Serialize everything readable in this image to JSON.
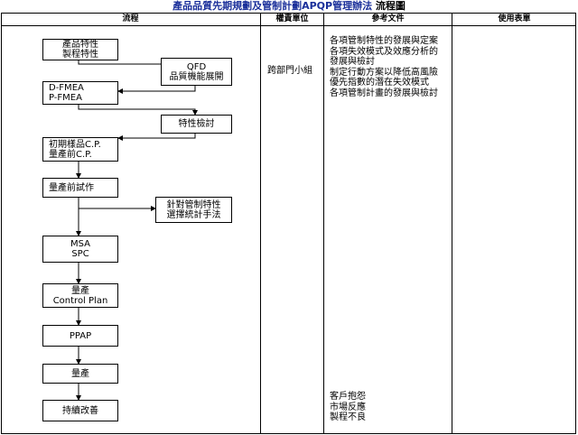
{
  "title": {
    "main": "產品品質先期規劃及管制計劃APQP管理辦法",
    "suffix": "流程圖"
  },
  "headers": {
    "flow": "流程",
    "unit": "權責單位",
    "docs": "參考文件",
    "forms": "使用表單"
  },
  "steps": {
    "s1": [
      "產品特性",
      "製程特性"
    ],
    "s2": [
      "QFD",
      "品質機能展開"
    ],
    "s3": [
      "D-FMEA",
      "P-FMEA"
    ],
    "s4": [
      "特性檢討"
    ],
    "s5": [
      "初期樣品C.P.",
      "量產前C.P."
    ],
    "s6": [
      "量產前試作"
    ],
    "s7": [
      "針對管制特性",
      "選擇統計手法"
    ],
    "s8": [
      "MSA",
      "SPC"
    ],
    "s9": [
      "量產",
      "Control Plan"
    ],
    "s10": [
      "PPAP"
    ],
    "s11": [
      "量產"
    ],
    "s12": [
      "持續改善"
    ]
  },
  "unit": "跨部門小組",
  "docs_top": [
    "各項管制特性的發展與定案",
    "各項失效模式及效應分析的",
    "發展與檢討",
    "制定行動方案以降低高風險",
    "優先指數的潛在失效模式",
    "各項管制計畫的發展與檢討"
  ],
  "docs_bottom": [
    "客戶抱怨",
    "市場反應",
    "製程不良"
  ]
}
